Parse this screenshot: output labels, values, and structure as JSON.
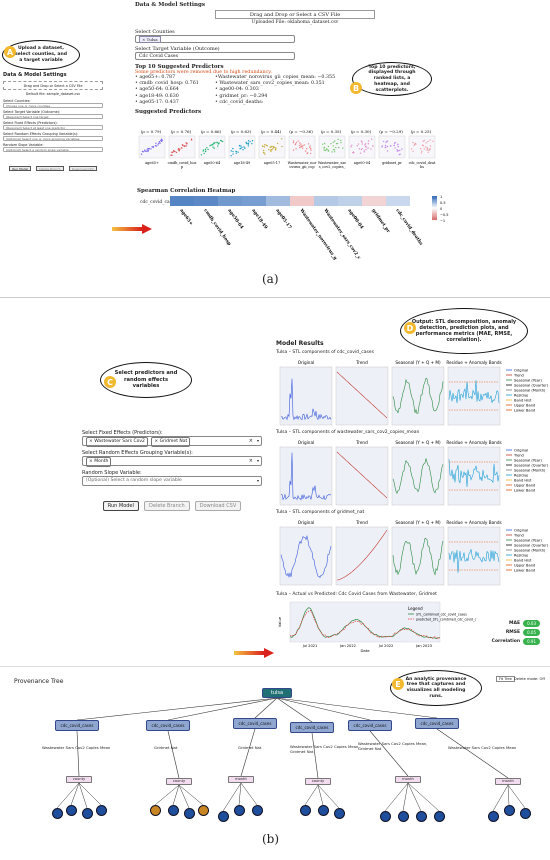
{
  "panel_a": {
    "caption": "(a)",
    "callout_a": {
      "badge": "A",
      "text": "Upload a dataset, select counties, and a target variable"
    },
    "callout_b": {
      "badge": "B",
      "text": "Top 10 predictors, displayed through ranked lists, a heatmap, and scatterplots."
    },
    "left_ui": {
      "title": "Data & Model Settings",
      "upload": "Drag and Drop or Select a CSV File",
      "default_file": "Default file: sample_dataset.csv",
      "counties_label": "Select Counties:",
      "counties_placeholder": "Choose one or more counties",
      "target_label": "Select Target Variable (Outcome):",
      "target_placeholder": "(Required) Select one target",
      "fixed_label": "Select Fixed Effects (Predictors):",
      "fixed_placeholder": "(Required) Select at least one predictor",
      "random_label": "Select Random Effects Grouping Variable(s):",
      "random_placeholder": "(Optional) Select one or more grouping variables",
      "slope_label": "Random Slope Variable:",
      "slope_placeholder": "(Optional) Select a random slope variable",
      "run": "Run Model",
      "delete": "Delete Branch",
      "download": "Download CSV"
    },
    "right_ui": {
      "title": "Data & Model Settings",
      "upload": "Drag and Drop or Select a CSV File",
      "uploaded": "Uploaded File: oklahoma_dataset.csv",
      "counties_label": "Select Counties",
      "county_chip": "× Tulsa",
      "target_label": "Select Target Variable (Outcome)",
      "target_value": "Cdc Covid Cases",
      "top10_title": "Top 10 Suggested Predictors",
      "removed_note": "Some predictors were removed due to high redundancy.",
      "predictors_col1": [
        "• age65+: 0.787",
        "• cmdb_covid_hosp: 0.761",
        "• age50-64: 0.664",
        "• age18-49: 0.630",
        "• age05-17: 0.437"
      ],
      "predictors_col2": [
        "•Wastewater_norovirus_gii_copies_mean: −0.355",
        "• Wastewater_sars_cov2_copies_mean: 0.351",
        "• age00-04: 0.303",
        "• gridmet_pr: −0.294",
        "• cdc_covid_deaths:"
      ],
      "suggested_title": "Suggested Predictors",
      "scatter_rhos": [
        "(ρ = 0.79)",
        "(ρ = 0.76)",
        "(ρ = 0.66)",
        "(ρ = 0.63)",
        "(ρ = 0.44)",
        "(ρ = −0.36)",
        "(ρ = 0.35)",
        "(ρ = 0.30)",
        "(ρ = −0.29)",
        "(ρ = 0.25)"
      ],
      "scatter_labels": [
        "age65+",
        "cmdb_covid_hosp",
        "age50-64",
        "age18-49",
        "age05-17",
        "Wastewater_norovirus_gii_copies_mean",
        "Wastewater_sars_cov2_copies_mean",
        "age00-04",
        "gridmet_pr",
        "cdc_covid_deaths"
      ],
      "heatmap_title": "Spearman Correlation Heatmap",
      "heatmap_row": "cdc_covid_cases",
      "heatmap_cols": [
        "age65+",
        "cmdb_covid_hosp",
        "age50-64",
        "age18-49",
        "age05-17",
        "Wastewater_norovirus_gii_copies_mean",
        "Wastewater_sars_cov2_copies_mean",
        "age00-04",
        "gridmet_pr",
        "cdc_covid_deaths"
      ],
      "heatmap_values": [
        0.79,
        0.76,
        0.66,
        0.63,
        0.44,
        -0.36,
        0.35,
        0.3,
        -0.29,
        0.25
      ],
      "colorbar_ticks": [
        "1",
        "0.5",
        "0",
        "−0.5",
        "−1"
      ]
    }
  },
  "panel_b": {
    "caption": "(b)",
    "callout_c": {
      "badge": "C",
      "text": "Select predictors and random effects variables"
    },
    "callout_d": {
      "badge": "D",
      "text": "Output: STL decomposition, anomaly detection, prediction plots, and performance metrics (MAE, RMSE, correlation)."
    },
    "callout_e": {
      "badge": "E",
      "text": "An analytic provenance tree that captures and visualizes all modeling runs."
    },
    "form": {
      "fixed_label": "Select Fixed Effects (Predictors):",
      "fixed_chips": [
        "× Wastewater Sars Cov2",
        "× Gridmet Nat"
      ],
      "random_label": "Select Random Effects Grouping Variable(s):",
      "random_chips": [
        "× Month"
      ],
      "slope_label": "Random Slope Variable:",
      "slope_placeholder": "(Optional) Select a random slope variable",
      "run": "Run Model",
      "delete": "Delete Branch",
      "download": "Download CSV"
    },
    "results": {
      "title": "Model Results",
      "stl_titles": [
        "Tulsa – STL components of cdc_covid_cases",
        "Tulsa – STL components of wastewater_sars_cov2_copies_mean",
        "Tulsa – STL components of gridmet_nat"
      ],
      "col_titles": [
        "Original",
        "Trend",
        "Seasonal (Y + Q + M)",
        "Residue + Anomaly Bands"
      ],
      "legend_items": [
        "Original",
        "Trend",
        "Seasonal (Year)",
        "Seasonal (Quarter)",
        "Seasonal (Month)",
        "Residue",
        "Band Hist",
        "Upper Band",
        "Lower Band"
      ],
      "prediction_title": "Tulsa – Actual vs Predicted: Cdc Covid Cases from Wastewater, Gridmet",
      "prediction_legend_title": "Legend",
      "prediction_legend": [
        "STL_combined_cdc_covid_cases",
        "predicted_STL_combined_cdc_covid_cases"
      ],
      "x_ticks": [
        "Jul 2021",
        "Jan 2022",
        "Jul 2022",
        "Jan 2023"
      ],
      "x_label": "Date",
      "y_label": "Value",
      "metrics": [
        {
          "label": "MAE",
          "value": "0.03"
        },
        {
          "label": "RMSE",
          "value": "0.05"
        },
        {
          "label": "Correlation",
          "value": "0.91"
        }
      ]
    },
    "tree": {
      "title": "Provenance Tree",
      "fit_tree": "Fit Tree",
      "delete_mode": "Delete mode: Off",
      "root": "tulsa",
      "level1": [
        "cdc_covid_cases",
        "cdc_covid_cases",
        "cdc_covid_cases",
        "cdc_covid_cases",
        "cdc_covid_cases",
        "cdc_covid_cases"
      ],
      "level1_edges": [
        "Wastewater Sars Cov2 Copies Mean",
        "Gridmet Nat",
        "Gridmet Nat",
        "Wastewater Sars Cov2 Copies Mean, Gridmet Nat",
        "Wastewater Sars Cov2 Copies Mean, Gridmet Nat",
        "Wastewater Sars Cov2 Copies Mean"
      ],
      "level2": [
        "county",
        "county",
        "month",
        "county",
        "month",
        "month"
      ]
    }
  },
  "colors": {
    "accent_yellow": "#f2b82e",
    "tree_node": "#8fa7d0",
    "tree_root": "#1f6f74",
    "leaf_blue": "#1f4e9c",
    "leaf_orange": "#c98523",
    "metric_green": "#37b24d"
  }
}
